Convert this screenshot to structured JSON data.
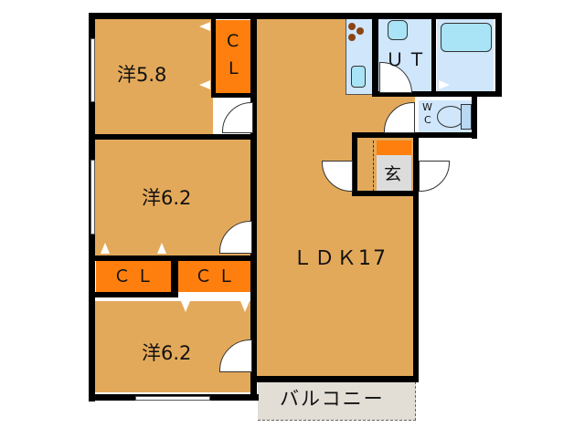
{
  "floorplan": {
    "rooms": [
      {
        "id": "western-room-1",
        "label": "洋5.8",
        "type": "western",
        "size_jo": 5.8
      },
      {
        "id": "western-room-2",
        "label": "洋6.2",
        "type": "western",
        "size_jo": 6.2
      },
      {
        "id": "western-room-3",
        "label": "洋6.2",
        "type": "western",
        "size_jo": 6.2
      },
      {
        "id": "ldk",
        "label": "ＬＤＫ17",
        "type": "LDK",
        "size_jo": 17
      },
      {
        "id": "unit-bath",
        "label": "ＵＴ",
        "type": "unit-bath"
      },
      {
        "id": "wc",
        "label_top": "W",
        "label_bottom": "C",
        "type": "toilet"
      },
      {
        "id": "entrance",
        "label": "玄",
        "type": "entrance"
      },
      {
        "id": "balcony",
        "label": "バルコニー",
        "type": "balcony"
      }
    ],
    "closets": [
      {
        "id": "closet-1",
        "label_top": "C",
        "label_bottom": "L"
      },
      {
        "id": "closet-2",
        "label": "ＣＬ"
      },
      {
        "id": "closet-3",
        "label": "ＣＬ"
      }
    ],
    "colors": {
      "room_floor": "#e3a95a",
      "closet": "#ff7f0e",
      "wet_area": "#cfe6fb",
      "entrance": "#dcdcdc",
      "balcony": "#e2ddd5",
      "wall": "#000000",
      "stove_burner": "#8b4513"
    }
  }
}
